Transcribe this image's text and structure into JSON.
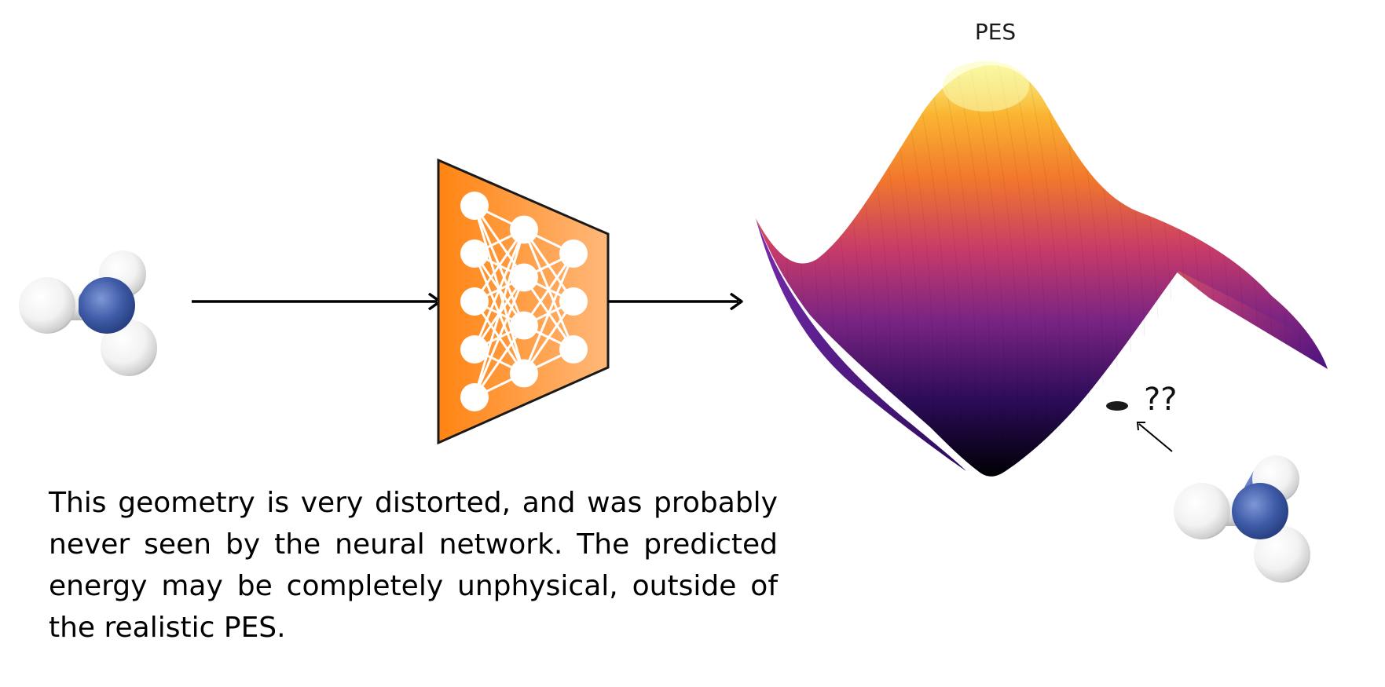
{
  "pes": {
    "title": "PES",
    "colormap": [
      "#000004",
      "#3b0f70",
      "#8c2981",
      "#de4968",
      "#fe9f3d",
      "#fcfdbf"
    ]
  },
  "network": {
    "fill_color": "#ff8a1c",
    "layers": [
      5,
      4,
      3
    ]
  },
  "molecule": {
    "center_atom_color": "#3f5ca8",
    "outer_atom_color": "#ffffff"
  },
  "unknown_marker": "??",
  "caption": "This geometry is very distorted, and was probably never seen by the neural network. The predicted energy may be completely unphysical, outside of the realistic PES."
}
